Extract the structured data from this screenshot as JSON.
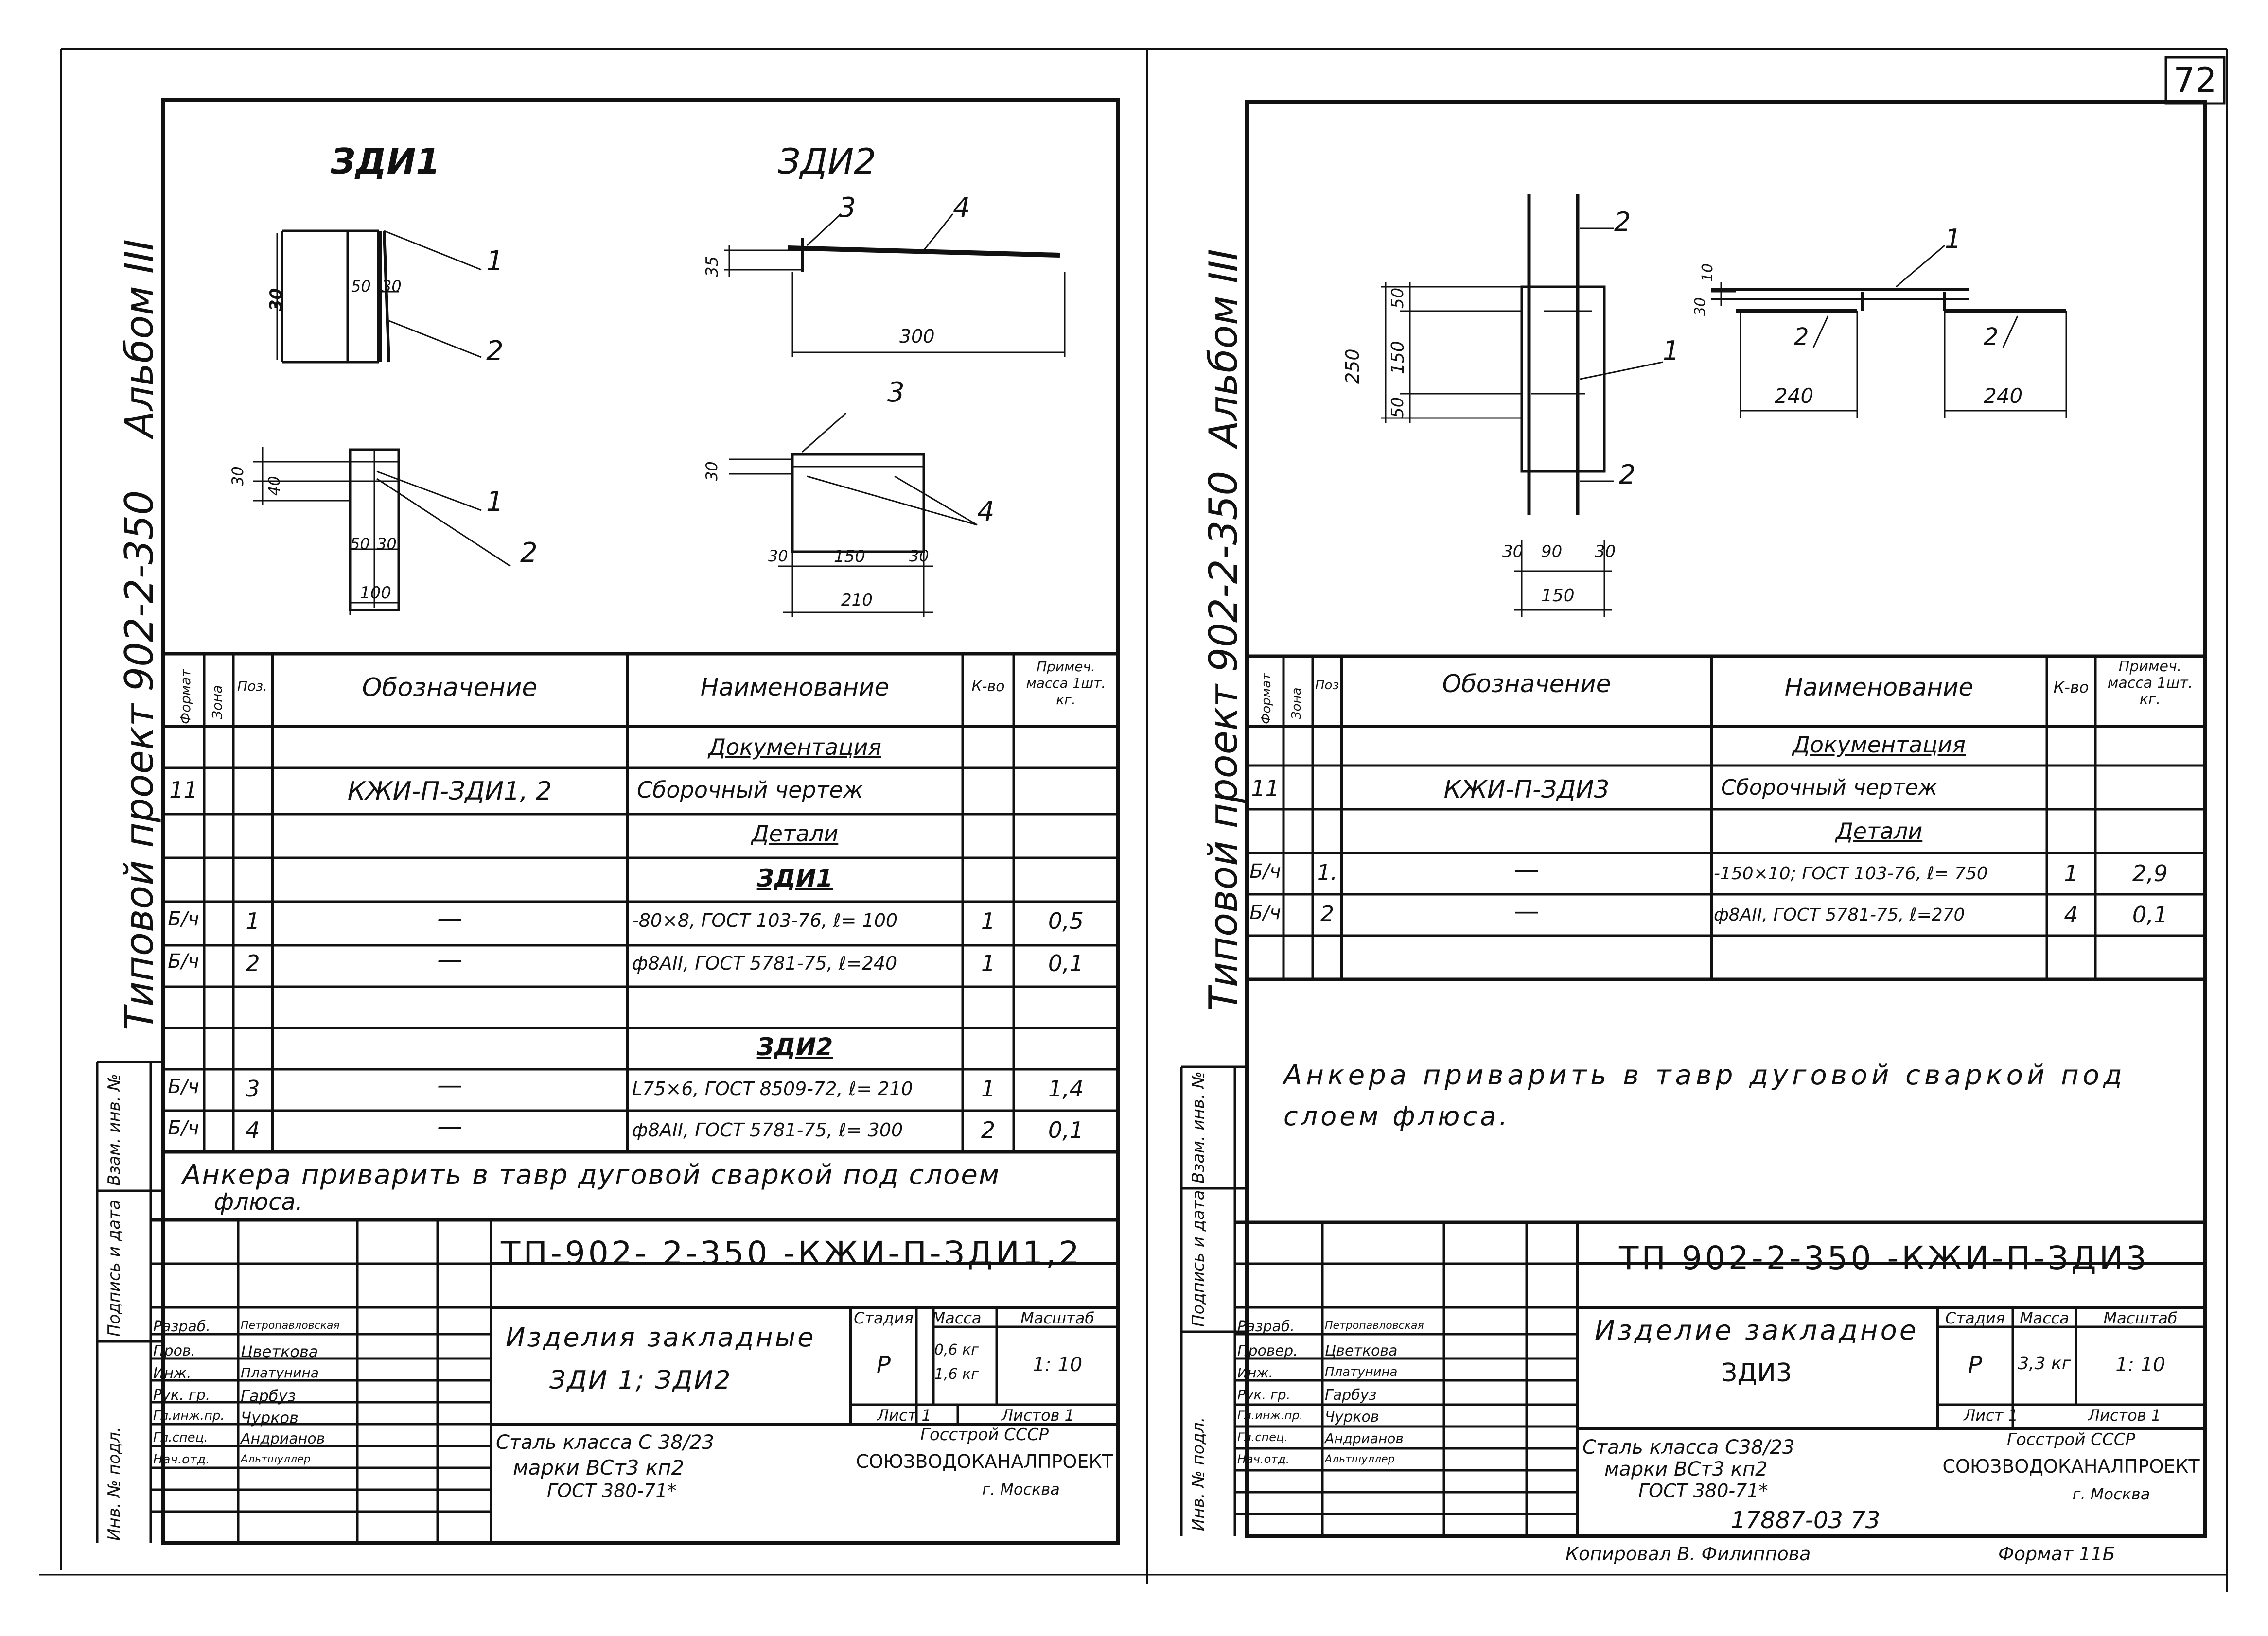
{
  "page_number": "72",
  "left": {
    "album": "Альбом III",
    "project": "Типовой проект 902-2-350",
    "titles": {
      "a": "ЗДИ1",
      "b": "ЗДИ2"
    },
    "dims": {
      "d1": "30",
      "d2": "50",
      "d3": "30",
      "d4": "30",
      "d5": "40",
      "d6": "50",
      "d7": "30",
      "d8": "100",
      "d9": "35",
      "d10": "300",
      "d11": "30",
      "d12": "30",
      "d13": "150",
      "d14": "30",
      "d15": "210"
    },
    "callouts": {
      "a1": "1",
      "a2": "2",
      "a3": "1",
      "a4": "2",
      "b3": "3",
      "b4": "4",
      "b5": "3",
      "b6": "4"
    },
    "spec_header": {
      "format": "Формат",
      "zone": "Зона",
      "pos": "Поз.",
      "designation": "Обозначение",
      "name": "Наименование",
      "qty": "К-во",
      "note": "Примеч. масса 1шт. кг."
    },
    "rows": [
      {
        "format": "",
        "pos": "",
        "designation": "",
        "name": "Документация",
        "qty": "",
        "note": "",
        "section": true
      },
      {
        "format": "11",
        "pos": "",
        "designation": "КЖИ-П-ЗДИ1, 2",
        "name": "Сборочный чертеж",
        "qty": "",
        "note": ""
      },
      {
        "format": "",
        "pos": "",
        "designation": "",
        "name": "Детали",
        "qty": "",
        "note": "",
        "section": true
      },
      {
        "format": "",
        "pos": "",
        "designation": "",
        "name": "ЗДИ1",
        "qty": "",
        "note": "",
        "section": true
      },
      {
        "format": "Б/ч",
        "pos": "1",
        "designation": "—",
        "name": "-80×8, ГОСТ 103-76, ℓ= 100",
        "qty": "1",
        "note": "0,5"
      },
      {
        "format": "Б/ч",
        "pos": "2",
        "designation": "—",
        "name": "ф8АII, ГОСТ 5781-75, ℓ=240",
        "qty": "1",
        "note": "0,1"
      },
      {
        "format": "",
        "pos": "",
        "designation": "",
        "name": "",
        "qty": "",
        "note": ""
      },
      {
        "format": "",
        "pos": "",
        "designation": "",
        "name": "ЗДИ2",
        "qty": "",
        "note": "",
        "section": true
      },
      {
        "format": "Б/ч",
        "pos": "3",
        "designation": "—",
        "name": "L75×6, ГОСТ 8509-72, ℓ= 210",
        "qty": "1",
        "note": "1,4"
      },
      {
        "format": "Б/ч",
        "pos": "4",
        "designation": "—",
        "name": "ф8АII, ГОСТ 5781-75, ℓ= 300",
        "qty": "2",
        "note": "0,1"
      }
    ],
    "note_text_1": "Анкера приварить в тавр дуговой сваркой под слоем",
    "note_text_2": "флюса.",
    "stamp": {
      "code": "ТП-902- 2-350 -КЖИ-П-ЗДИ1,2",
      "item_1": "Изделия закладные",
      "item_2": "ЗДИ 1; ЗДИ2",
      "stage_h": "Стадия",
      "mass_h": "Масса",
      "scale_h": "Масштаб",
      "stage": "Р",
      "mass_1": "0,6 кг",
      "mass_2": "1,6 кг",
      "scale": "1: 10",
      "sheet": "Лист 1",
      "sheets": "Листов 1",
      "material_1": "Сталь класса С 38/23",
      "material_2": "марки ВСт3 кп2",
      "material_3": "ГОСТ 380-71*",
      "org_1": "Госстрой СССР",
      "org_2": "СОЮЗВОДОКАНАЛПРОЕКТ",
      "org_3": "г. Москва",
      "roles": [
        "Разраб.",
        "Пров.",
        "Инж.",
        "Рук. гр.",
        "Гл.инж.пр.",
        "Гл.спец.",
        "Нач.отд."
      ],
      "names": [
        "Петропавловская",
        "Цветкова",
        "Платунина",
        "Гарбуз",
        "Чурков",
        "Андрианов",
        "Альтшуллер"
      ]
    },
    "side_labels": [
      "Инв. № подл.",
      "Подпись и дата",
      "Взам. инв. №"
    ]
  },
  "right": {
    "album": "Альбом III",
    "project": "Типовой проект 902-2-350",
    "dims": {
      "d1": "250",
      "d2": "50",
      "d3": "150",
      "d4": "50",
      "d5": "30",
      "d6": "90",
      "d7": "30",
      "d8": "150",
      "d9": "30",
      "d10": "10",
      "d11": "240",
      "d12": "240"
    },
    "callouts": {
      "c1": "2",
      "c2": "1",
      "c3": "2",
      "c4": "1",
      "c5": "2",
      "c6": "2"
    },
    "spec_header": {
      "format": "Формат",
      "zone": "Зона",
      "pos": "Поз.",
      "designation": "Обозначение",
      "name": "Наименование",
      "qty": "К-во",
      "note": "Примеч. масса 1шт. кг."
    },
    "rows": [
      {
        "format": "",
        "pos": "",
        "designation": "",
        "name": "Документация",
        "qty": "",
        "note": "",
        "section": true
      },
      {
        "format": "11",
        "pos": "",
        "designation": "КЖИ-П-ЗДИ3",
        "name": "Сборочный чертеж",
        "qty": "",
        "note": ""
      },
      {
        "format": "",
        "pos": "",
        "designation": "",
        "name": "Детали",
        "qty": "",
        "note": "",
        "section": true
      },
      {
        "format": "Б/ч",
        "pos": "1.",
        "designation": "—",
        "name": "-150×10; ГОСТ 103-76, ℓ= 750",
        "qty": "1",
        "note": "2,9"
      },
      {
        "format": "Б/ч",
        "pos": "2",
        "designation": "—",
        "name": "ф8АII, ГОСТ 5781-75, ℓ=270",
        "qty": "4",
        "note": "0,1"
      },
      {
        "format": "",
        "pos": "",
        "designation": "",
        "name": "",
        "qty": "",
        "note": ""
      }
    ],
    "note_text_1": "Анкера приварить в тавр дуговой сваркой под",
    "note_text_2": "слоем флюса.",
    "stamp": {
      "code": "ТП 902-2-350 -КЖИ-П-ЗДИ3",
      "item_1": "Изделие закладное",
      "item_2": "ЗДИ3",
      "stage_h": "Стадия",
      "mass_h": "Масса",
      "scale_h": "Масштаб",
      "stage": "Р",
      "mass_1": "3,3 кг",
      "scale": "1: 10",
      "sheet": "Лист 1",
      "sheets": "Листов 1",
      "material_1": "Сталь класса С38/23",
      "material_2": "марки ВСт3 кп2",
      "material_3": "ГОСТ 380-71*",
      "org_1": "Госстрой СССР",
      "org_2": "СОЮЗВОДОКАНАЛПРОЕКТ",
      "org_3": "г. Москва",
      "roles": [
        "Разраб.",
        "Провер.",
        "Инж.",
        "Рук. гр.",
        "Гл.инж.пр.",
        "Гл.спец.",
        "Нач.отд."
      ],
      "names": [
        "Петропавловская",
        "Цветкова",
        "Платунина",
        "Гарбуз",
        "Чурков",
        "Андрианов",
        "Альтшуллер"
      ]
    },
    "side_labels": [
      "Инв. № подл.",
      "Подпись и дата",
      "Взам. инв. №"
    ]
  },
  "footer": {
    "doc_no": "17887-03   73",
    "copied": "Копировал В. Филиппова",
    "format": "Формат 11Б"
  }
}
